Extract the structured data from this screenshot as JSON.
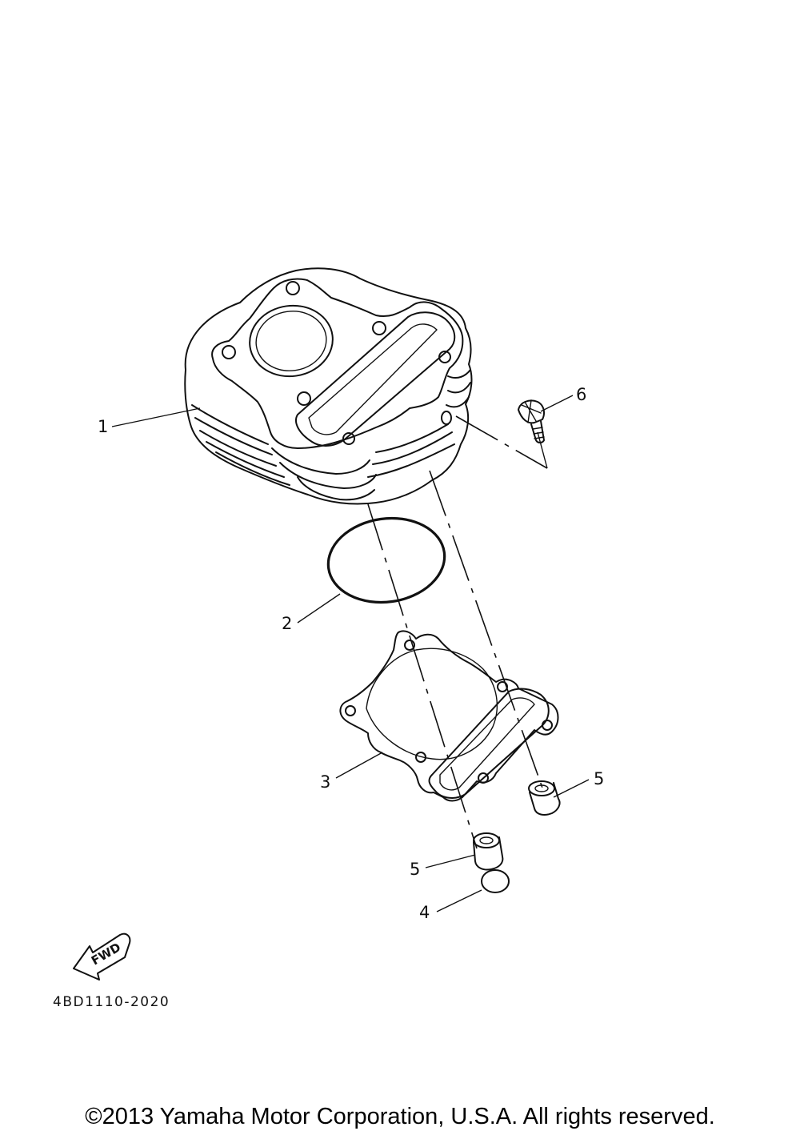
{
  "diagram": {
    "parts": [
      {
        "callout": "1"
      },
      {
        "callout": "2"
      },
      {
        "callout": "3"
      },
      {
        "callout": "4"
      },
      {
        "callout": "5"
      },
      {
        "callout": "5"
      },
      {
        "callout": "6"
      }
    ],
    "fwd_label": "FWD",
    "diagram_code": "4BD1110-2020"
  },
  "footer": {
    "copyright": "©2013 Yamaha Motor Corporation, U.S.A. All rights reserved."
  }
}
